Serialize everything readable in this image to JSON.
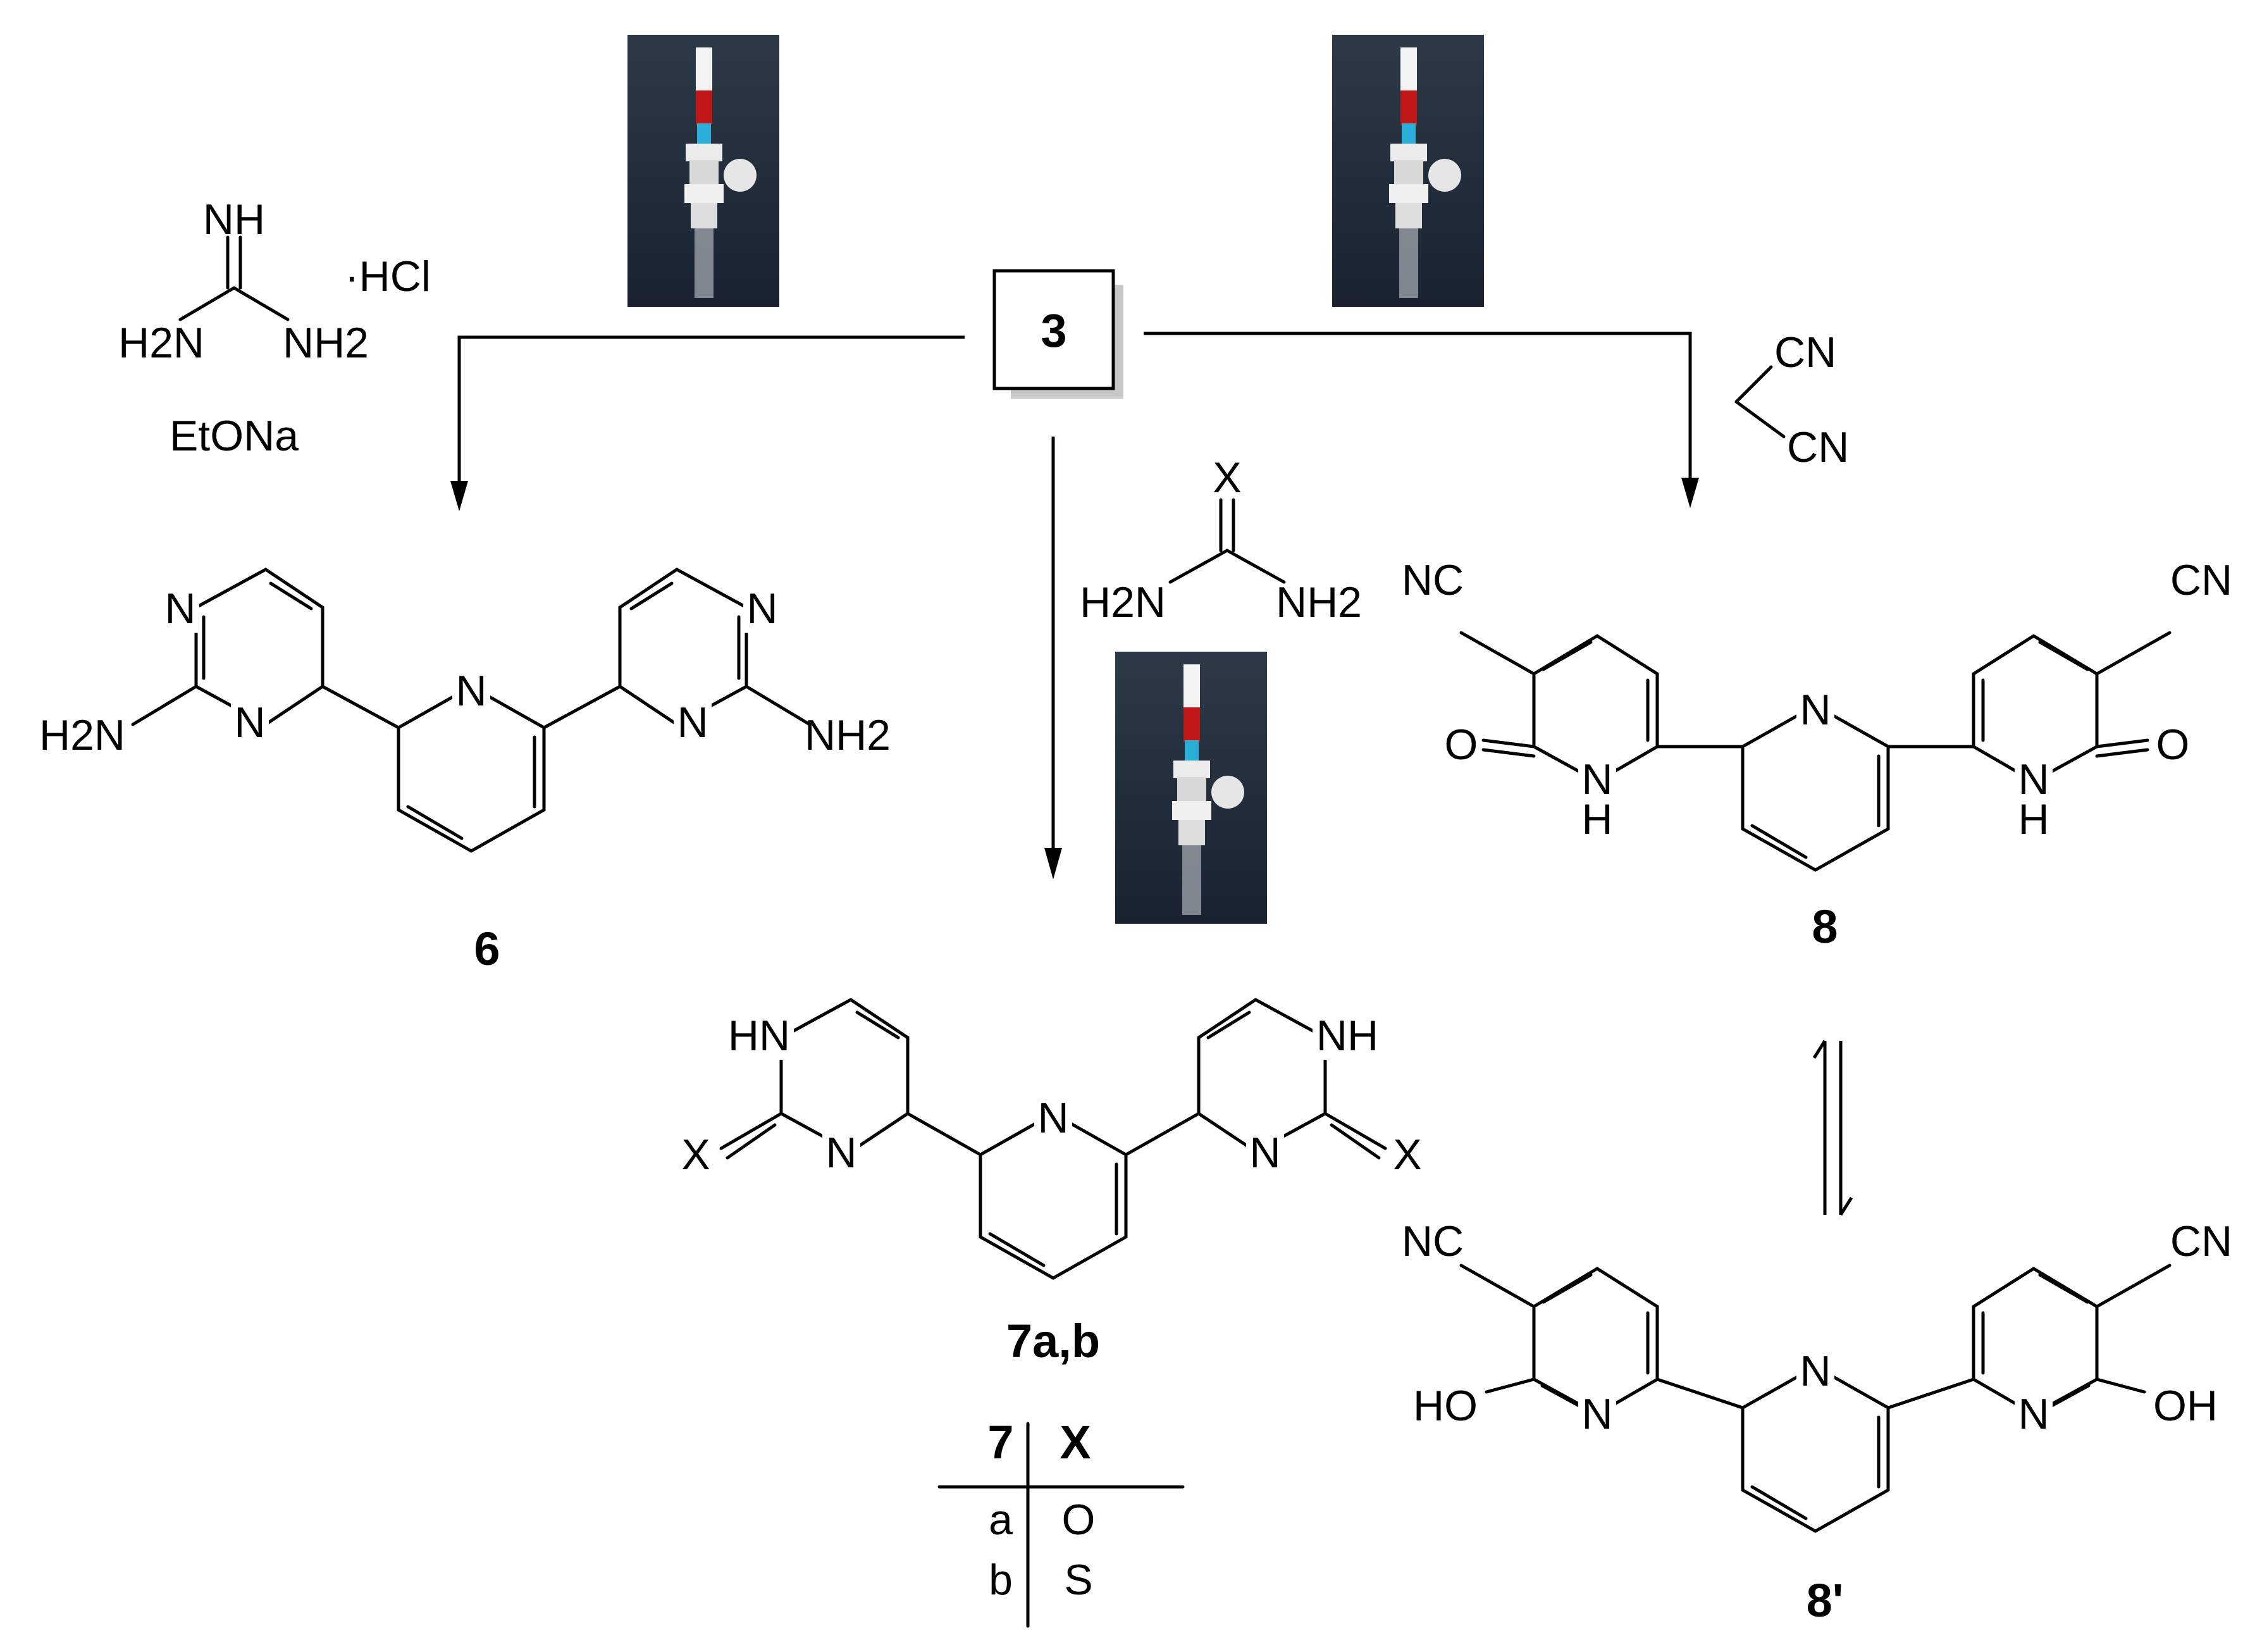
{
  "center_compound": {
    "label": "3"
  },
  "reagents": {
    "guanidine": {
      "top": "NH",
      "left": "H2N",
      "right": "NH2",
      "salt": "·HCl",
      "base": "EtONa"
    },
    "urea": {
      "top": "X",
      "left": "H2N",
      "right": "NH2"
    },
    "malononitrile": {
      "cn1": "CN",
      "cn2": "CN"
    }
  },
  "products": {
    "p6": {
      "label": "6",
      "nh2_left": "H2N",
      "nh2_right": "NH2",
      "n": "N"
    },
    "p7": {
      "label": "7a,b",
      "hn": "HN",
      "nh": "NH",
      "x": "X",
      "n": "N"
    },
    "p8": {
      "label": "8",
      "nc": "NC",
      "cn": "CN",
      "o": "O",
      "nh": "N",
      "h": "H",
      "n": "N"
    },
    "p8prime": {
      "label": "8'",
      "nc": "NC",
      "cn": "CN",
      "ho": "HO",
      "oh": "OH",
      "n": "N"
    }
  },
  "table7": {
    "headers": [
      "7",
      "X"
    ],
    "rows": [
      [
        "a",
        "O"
      ],
      [
        "b",
        "S"
      ]
    ]
  },
  "microwave_icons": [
    "microwave-vial-icon",
    "microwave-vial-icon",
    "microwave-vial-icon"
  ]
}
